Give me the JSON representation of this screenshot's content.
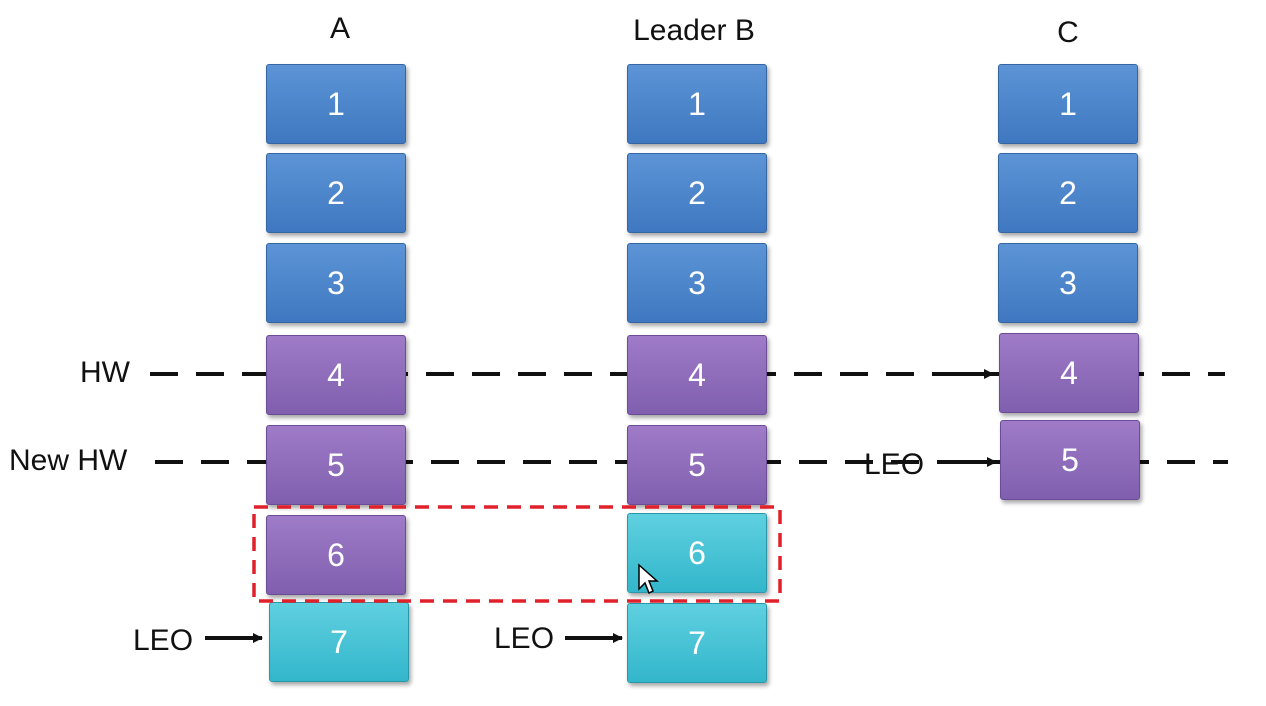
{
  "columns": {
    "a": {
      "title": "A",
      "blocks": [
        "1",
        "2",
        "3",
        "4",
        "5",
        "6",
        "7"
      ]
    },
    "b": {
      "title": "Leader B",
      "blocks": [
        "1",
        "2",
        "3",
        "4",
        "5",
        "6",
        "7"
      ]
    },
    "c": {
      "title": "C",
      "blocks": [
        "1",
        "2",
        "3",
        "4",
        "5"
      ]
    }
  },
  "labels": {
    "hw": "HW",
    "new_hw": "New HW",
    "leo_a": "LEO",
    "leo_b": "LEO",
    "leo_c": "LEO"
  },
  "colors": {
    "committed": "#4a86d0",
    "replicated": "#8e6bbd",
    "uncommitted": "#45c3d6",
    "highlight_border": "#e0202a"
  }
}
